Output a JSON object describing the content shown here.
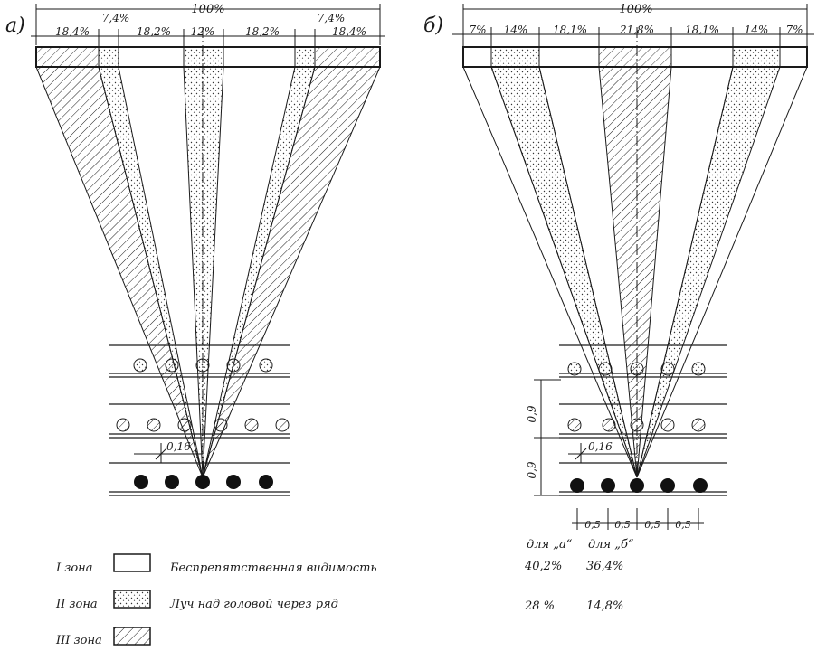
{
  "panel_a": {
    "label": "а)",
    "total": "100%",
    "segments": [
      "18,4%",
      "7,4%",
      "18,2%",
      "12%",
      "18,2%",
      "7,4%",
      "18,4%"
    ],
    "dim_row_offset": "0,16"
  },
  "panel_b": {
    "label": "б)",
    "total": "100%",
    "segments": [
      "7%",
      "14%",
      "18,1%",
      "21,8%",
      "18,1%",
      "14%",
      "7%"
    ],
    "dim_row_offset": "0,16",
    "dim_vertical": [
      "0,9",
      "0,9"
    ],
    "dim_horizontal": [
      "0,5",
      "0,5",
      "0,5",
      "0,5"
    ]
  },
  "legend": {
    "zones": [
      {
        "zone": "I зона",
        "description": "Беспрепятственная видимость",
        "value_a": "40,2%",
        "value_b": "36,4%"
      },
      {
        "zone": "II зона",
        "description": "Луч над головой через ряд",
        "value_a": "28 %",
        "value_b": "14,8%"
      },
      {
        "zone": "III зона",
        "description": "",
        "value_a": "",
        "value_b": ""
      }
    ],
    "col_a": "для „а“",
    "col_b": "для „б“"
  }
}
